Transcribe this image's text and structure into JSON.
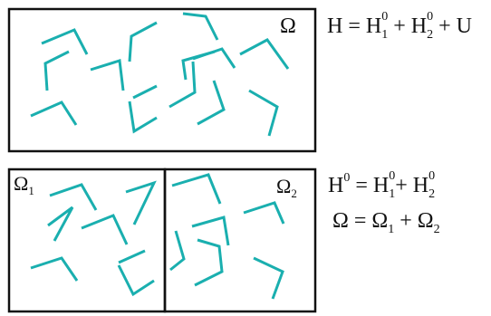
{
  "colors": {
    "segment": "#1aafaf",
    "frame": "#111111",
    "background": "#ffffff"
  },
  "top_box": {
    "symbol": "Ω",
    "equation": {
      "lhs": "H",
      "eq": " = ",
      "t1": "H",
      "t1_sub": "1",
      "t1_sup": "0",
      "plus1": " + ",
      "t2": "H",
      "t2_sub": "2",
      "t2_sup": "0",
      "plus2": " + ",
      "t3": "U"
    }
  },
  "bottom_left": {
    "symbol": "Ω",
    "sub": "1"
  },
  "bottom_right": {
    "symbol": "Ω",
    "sub": "2"
  },
  "equation_h0": {
    "lhs": "H",
    "lhs_sup": "0",
    "eq": " =  ",
    "t1": "H",
    "t1_sub": "1",
    "t1_sup": "0",
    "plus": "+ ",
    "t2": "H",
    "t2_sub": "2",
    "t2_sup": "0"
  },
  "equation_omega": {
    "lhs": "Ω",
    "eq": " =  ",
    "t1": "Ω",
    "t1_sub": "1",
    "plus": " + ",
    "t2": "Ω",
    "t2_sub": "2"
  }
}
